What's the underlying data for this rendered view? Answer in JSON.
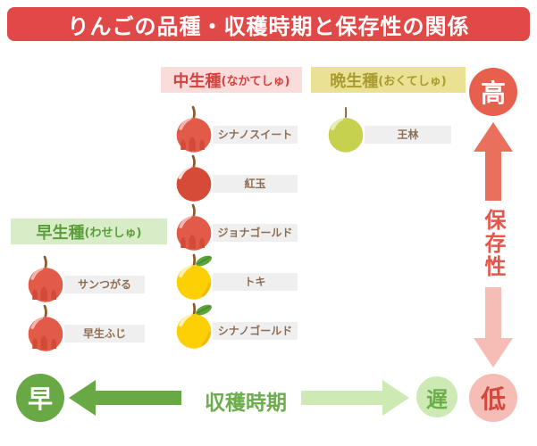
{
  "title": "りんごの品種・収穫時期と保存性の関係",
  "groups": {
    "early": {
      "label": "早生種",
      "reading": "(わせしゅ)"
    },
    "mid": {
      "label": "中生種",
      "reading": "(なかてしゅ)"
    },
    "late": {
      "label": "晩生種",
      "reading": "(おくてしゅ)"
    }
  },
  "varieties": {
    "mid": [
      {
        "name": "シナノスイート",
        "apple": "red"
      },
      {
        "name": "紅玉",
        "apple": "deep-red"
      },
      {
        "name": "ジョナゴールド",
        "apple": "red"
      },
      {
        "name": "トキ",
        "apple": "yellow"
      },
      {
        "name": "シナノゴールド",
        "apple": "yellow"
      }
    ],
    "early": [
      {
        "name": "サンつがる",
        "apple": "red"
      },
      {
        "name": "早生ふじ",
        "apple": "red"
      }
    ],
    "late": [
      {
        "name": "王林",
        "apple": "yellow-green"
      }
    ]
  },
  "storage_axis": {
    "label": "保存性",
    "high": "高",
    "low": "低"
  },
  "harvest_axis": {
    "label": "収穫時期",
    "early": "早",
    "late": "遅"
  },
  "colors": {
    "title_bg": "#e14949",
    "storage_high_bg": "#e7604d",
    "storage_arrow_up": "#e8705c",
    "storage_arrow_down": "#f6bcb6",
    "storage_low_bg": "#f6bcb6",
    "storage_low_text": "#d4493e",
    "storage_label_text": "#e4564c",
    "harvest_early_bg": "#68a845",
    "harvest_late_bg": "#cdeab5",
    "harvest_label_text": "#6cae4c",
    "early_header_bg": "#d8ecc8",
    "early_header_text": "#5a9e3c",
    "mid_header_bg": "#fadcdb",
    "mid_header_text": "#d5413e",
    "late_header_bg": "#ebe193",
    "late_header_text": "#a89b2f",
    "variety_label_bg": "#efefef",
    "variety_label_text": "#8d6e54"
  }
}
